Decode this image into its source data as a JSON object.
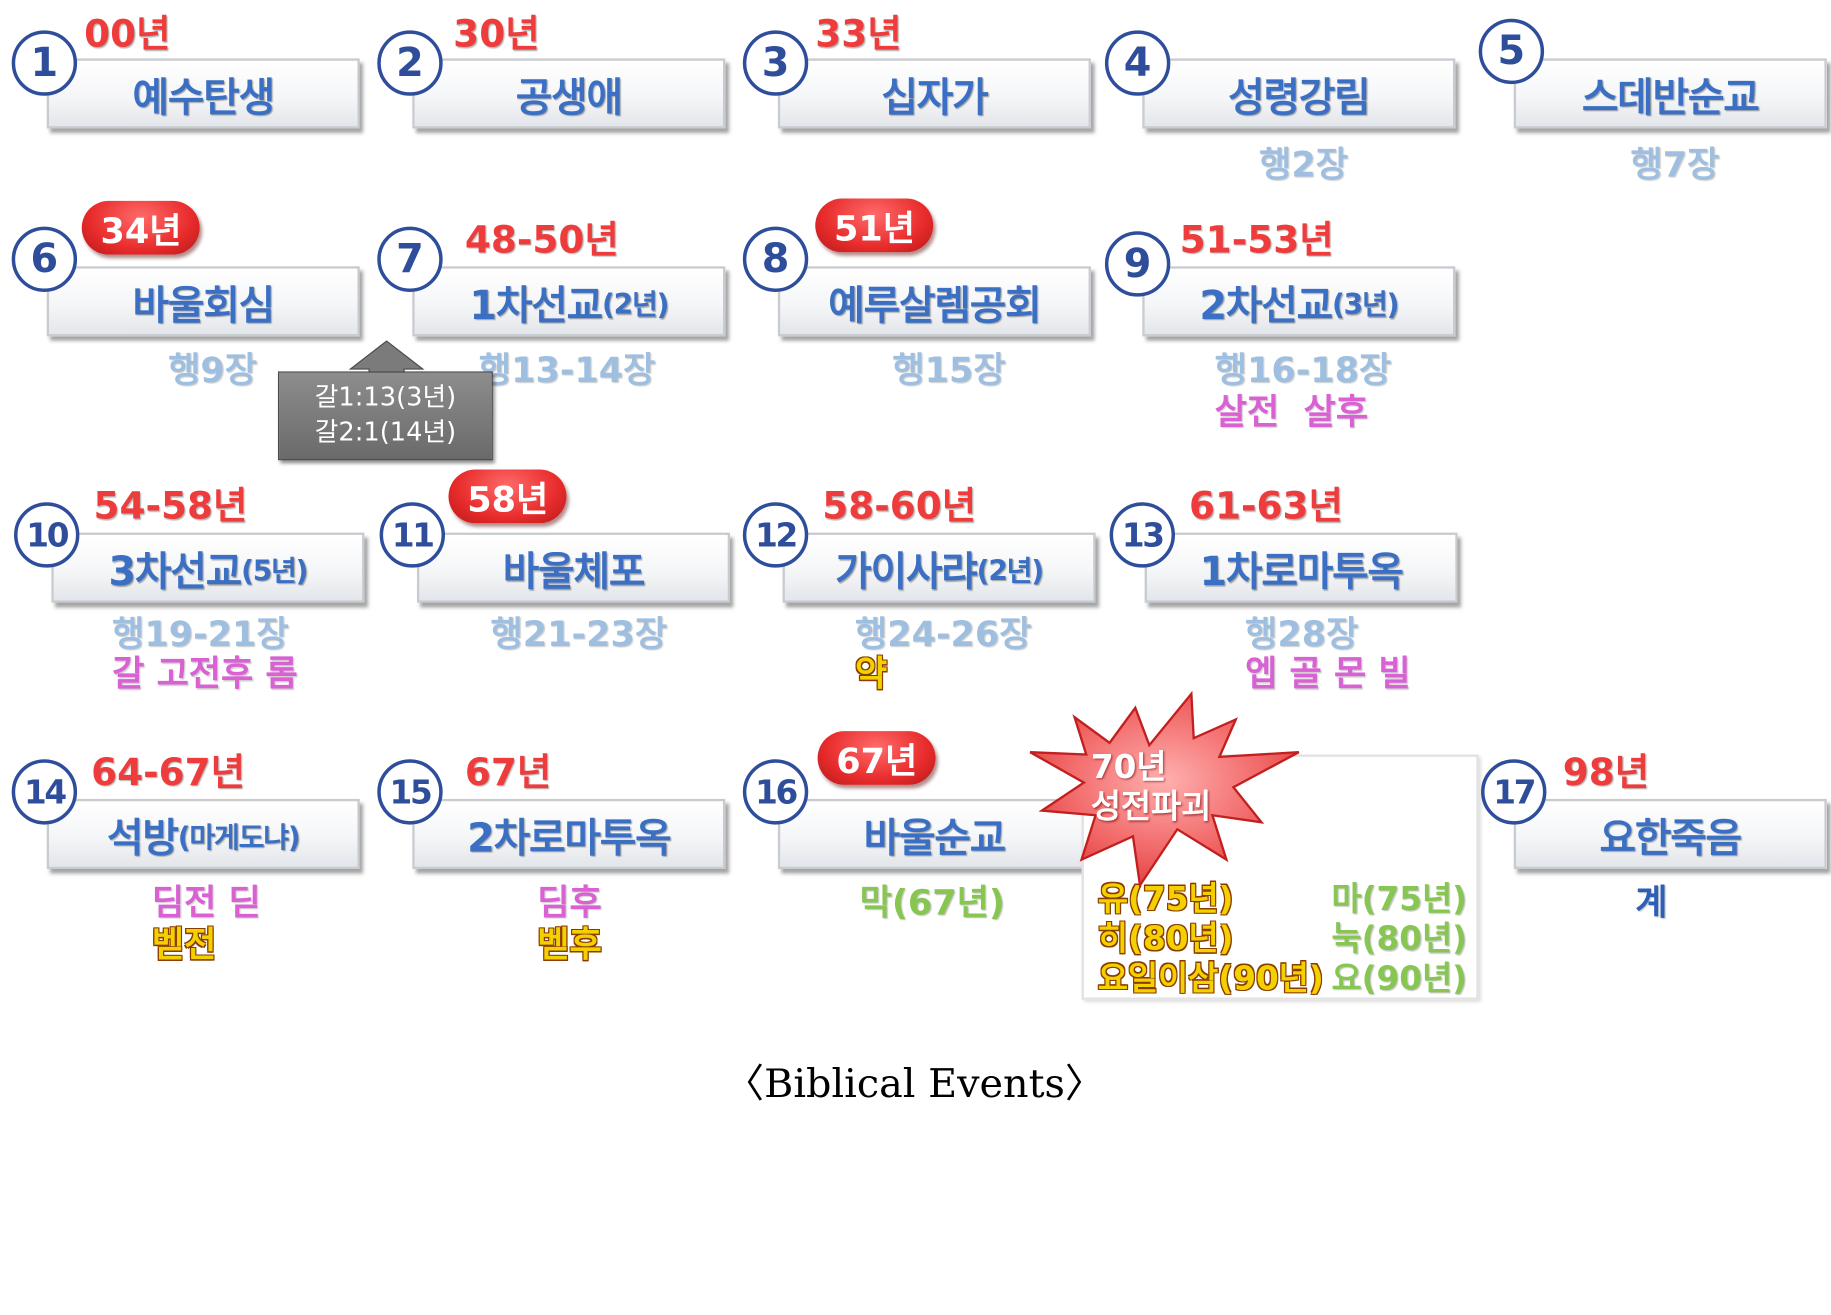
{
  "events": [
    {
      "num": "1",
      "year": "00년",
      "title": "예수탄생",
      "ref": ""
    },
    {
      "num": "2",
      "year": "30년",
      "title": "공생애",
      "ref": ""
    },
    {
      "num": "3",
      "year": "33년",
      "title": "십자가",
      "ref": ""
    },
    {
      "num": "4",
      "year": "",
      "title": "성령강림",
      "ref": "행2장"
    },
    {
      "num": "5",
      "year": "",
      "title": "스데반순교",
      "ref": "행7장"
    },
    {
      "num": "6",
      "year": "34년",
      "title": "바울회심",
      "ref": "행9장"
    },
    {
      "num": "7",
      "year": "48-50년",
      "title": "1차선교",
      "title_small": "(2년)",
      "ref": "행13-14장"
    },
    {
      "num": "8",
      "year": "51년",
      "title": "예루살렘공회",
      "ref": "행15장"
    },
    {
      "num": "9",
      "year": "51-53년",
      "title": "2차선교",
      "title_small": "(3년)",
      "ref": "행16-18장",
      "letters": "살전  살후"
    },
    {
      "num": "10",
      "year": "54-58년",
      "title": "3차선교",
      "title_small": "(5년)",
      "ref": "행19-21장",
      "letters": "갈 고전후 롬"
    },
    {
      "num": "11",
      "year": "58년",
      "title": "바울체포",
      "ref": "행21-23장"
    },
    {
      "num": "12",
      "year": "58-60년",
      "title": "가이사랴",
      "title_small": "(2년)",
      "ref": "행24-26장",
      "letters": "약"
    },
    {
      "num": "13",
      "year": "61-63년",
      "title": "1차로마투옥",
      "ref": "행28장",
      "letters": "엡 골 몬 빌"
    },
    {
      "num": "14",
      "year": "64-67년",
      "title": "석방",
      "title_small": "(마게도냐)",
      "letters": "딤전 딛",
      "letters2": "벧전"
    },
    {
      "num": "15",
      "year": "67년",
      "title": "2차로마투옥",
      "letters": "딤후",
      "letters2": "벧후"
    },
    {
      "num": "16",
      "year": "67년",
      "title": "바울순교",
      "letters": "막(67년)"
    },
    {
      "num": "17",
      "year": "98년",
      "title": "요한죽음",
      "letters": "계"
    }
  ],
  "galatians_note": {
    "line1": "갈1:13(3년)",
    "line2": "갈2:1(14년)"
  },
  "temple": {
    "line1": "70년",
    "line2": "성전파괴",
    "left": [
      "유(75년)",
      "히(80년)",
      "요일이삼(90년)"
    ],
    "right": [
      "마(75년)",
      "눅(80년)",
      "요(90년)"
    ]
  },
  "caption": "〈Biblical Events〉",
  "colors": {
    "year": "#ee3b3b",
    "title": "#3a6fc4",
    "ref": "#9fbfe0",
    "pink": "#d961d4",
    "yellow": "#f3d000",
    "green": "#86c651",
    "circle": "#2e4d9a"
  }
}
